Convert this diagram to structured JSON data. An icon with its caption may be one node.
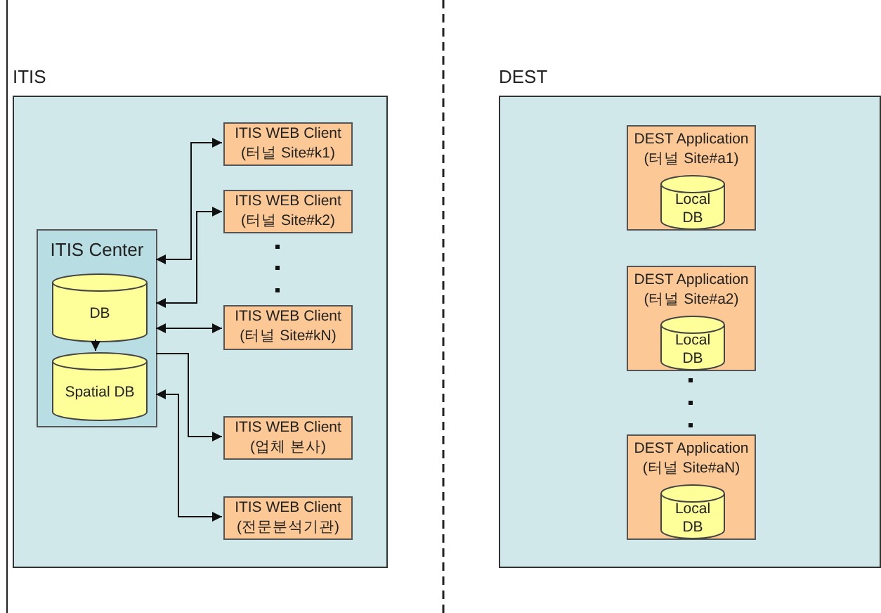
{
  "diagram": {
    "nodes": [
      {
        "text": [
          "ITIS"
        ]
      },
      {
        "text": [
          "ITIS Center"
        ],
        "in": 0
      },
      {
        "text": [
          "DB"
        ],
        "in": 1
      },
      {
        "text": [
          "Spatial DB"
        ],
        "in": 1
      },
      {
        "text": [
          "ITIS WEB Client (터널 Site#k1)"
        ],
        "in": 0
      },
      {
        "text": [
          "ITIS WEB Client (터널 Site#k2)"
        ],
        "in": 0
      },
      {
        "text": [
          "ITIS WEB Client (터널 Site#kN)"
        ],
        "in": 0
      },
      {
        "text": [
          "ITIS WEB Client (업체 본사)"
        ],
        "in": 0
      },
      {
        "text": [
          "ITIS WEB Client (전문분석기관)"
        ],
        "in": 0
      },
      {
        "text": [
          "DEST"
        ]
      },
      {
        "text": [
          "DEST Application (터널 Site#a1)"
        ],
        "in": 9
      },
      {
        "text": [
          "Local DB"
        ],
        "in": 10
      },
      {
        "text": [
          "DEST Application (터널 Site#a2)"
        ],
        "in": 9
      },
      {
        "text": [
          "Local DB"
        ],
        "in": 12
      },
      {
        "text": [
          "DEST Application (터널 Site#aN)"
        ],
        "in": 9
      },
      {
        "text": [
          "Local DB"
        ],
        "in": 14
      }
    ],
    "edges": [
      {
        "from": 2,
        "to": 3,
        "arrow": "to"
      },
      {
        "from": 1,
        "to": 4,
        "arrow": "both"
      },
      {
        "from": 1,
        "to": 5,
        "arrow": "both"
      },
      {
        "from": 1,
        "to": 6,
        "arrow": "both"
      },
      {
        "from": 1,
        "to": 7,
        "arrow": "to"
      },
      {
        "from": 1,
        "to": 8,
        "arrow": "both"
      }
    ]
  }
}
